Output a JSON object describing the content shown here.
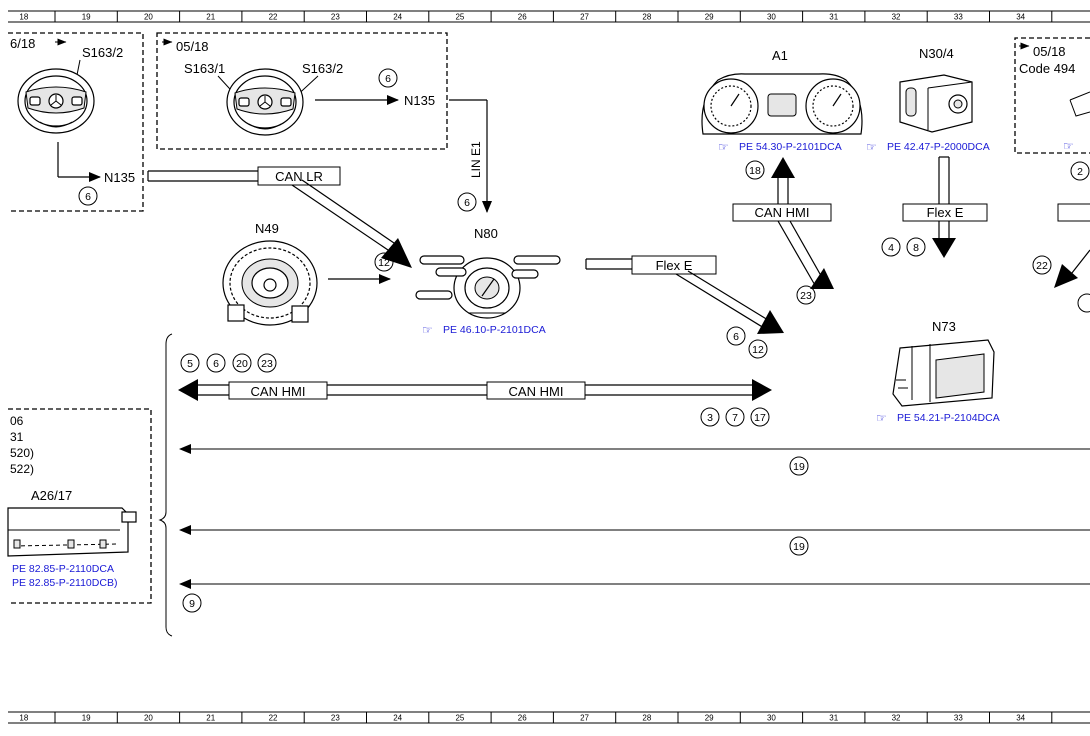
{
  "ruler": {
    "columns": [
      "18",
      "19",
      "20",
      "21",
      "22",
      "23",
      "24",
      "25",
      "26",
      "27",
      "28",
      "29",
      "30",
      "31",
      "32",
      "33",
      "34"
    ]
  },
  "groups": {
    "left_top_date": "6/18",
    "mid_top_date": "05/18",
    "right_top_date": "05/18",
    "right_top_code": "Code 494"
  },
  "components": {
    "s163_2_left": "S163/2",
    "s163_1": "S163/1",
    "s163_2_mid": "S163/2",
    "n135_left": "N135",
    "n135_mid": "N135",
    "n49": "N49",
    "n80": "N80",
    "a1": "A1",
    "n30_4": "N30/4",
    "n73": "N73",
    "a26_17": "A26/17"
  },
  "buses": {
    "can_lr": "CAN LR",
    "lin_e1": "LIN E1",
    "flex_e_mid": "Flex E",
    "can_hmi_top": "CAN HMI",
    "flex_e_right": "Flex E",
    "can_hmi_left": "CAN HMI",
    "can_hmi_right": "CAN HMI"
  },
  "refs": {
    "n80": "PE 46.10-P-2101DCA",
    "a1": "PE 54.30-P-2101DCA",
    "n30_4": "PE 42.47-P-2000DCA",
    "n73": "PE 54.21-P-2104DCA",
    "a26_17_a": "PE 82.85-P-2110DCA",
    "a26_17_b": "PE 82.85-P-2110DCB)"
  },
  "left_box_lines": [
    "06",
    "31",
    "520)",
    "522)"
  ],
  "circles": {
    "c_left_6": "6",
    "c_mid_6": "6",
    "c_lin_6": "6",
    "c_12_n80": "12",
    "c_18": "18",
    "c_23_hmi": "23",
    "c_4": "4",
    "c_8": "8",
    "c_22": "22",
    "c_2": "2",
    "c_flex_6": "6",
    "c_flex_12": "12",
    "c_bus_5": "5",
    "c_bus_6": "6",
    "c_bus_20": "20",
    "c_bus_23": "23",
    "c_bus_3": "3",
    "c_bus_7": "7",
    "c_bus_17": "17",
    "c_19a": "19",
    "c_19b": "19",
    "c_9": "9"
  }
}
